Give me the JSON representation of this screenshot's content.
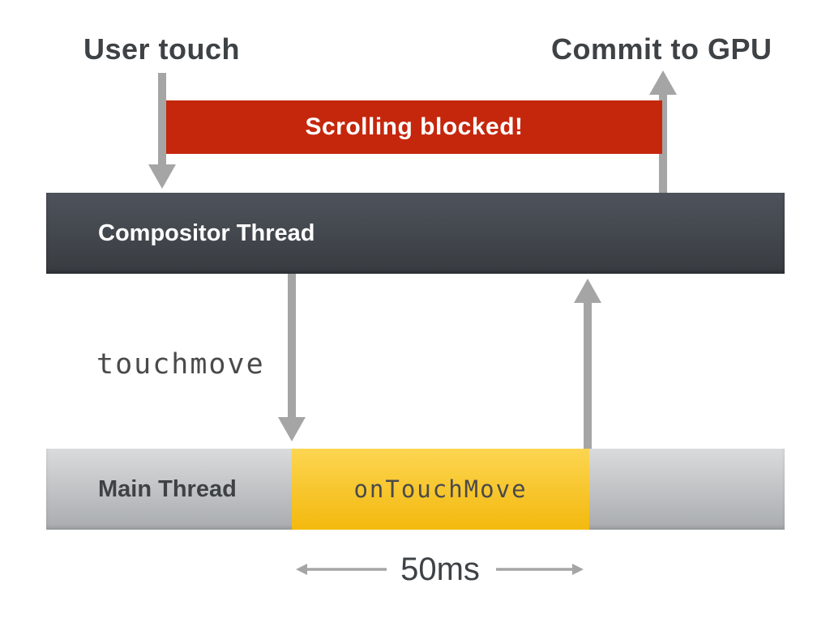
{
  "diagram": {
    "user_touch": "User touch",
    "commit_to_gpu": "Commit to GPU",
    "scrolling_blocked": "Scrolling blocked!",
    "compositor_thread": "Compositor Thread",
    "touchmove": "touchmove",
    "main_thread": "Main Thread",
    "on_touch_move": "onTouchMove",
    "duration": "50ms"
  },
  "colors": {
    "blocked_red": "#c5270d",
    "bar_dark_top": "#4e535b",
    "bar_dark_bottom": "#383c41",
    "bar_gray_top": "#d9dbdc",
    "bar_gray_bottom": "#a9acae",
    "handler_top": "#fcd551",
    "handler_bottom": "#f3b90e",
    "arrow_gray": "#a5a5a5",
    "text_dark": "#3e4245",
    "text_code": "#4a4a4a",
    "text_light": "#ffffff"
  }
}
